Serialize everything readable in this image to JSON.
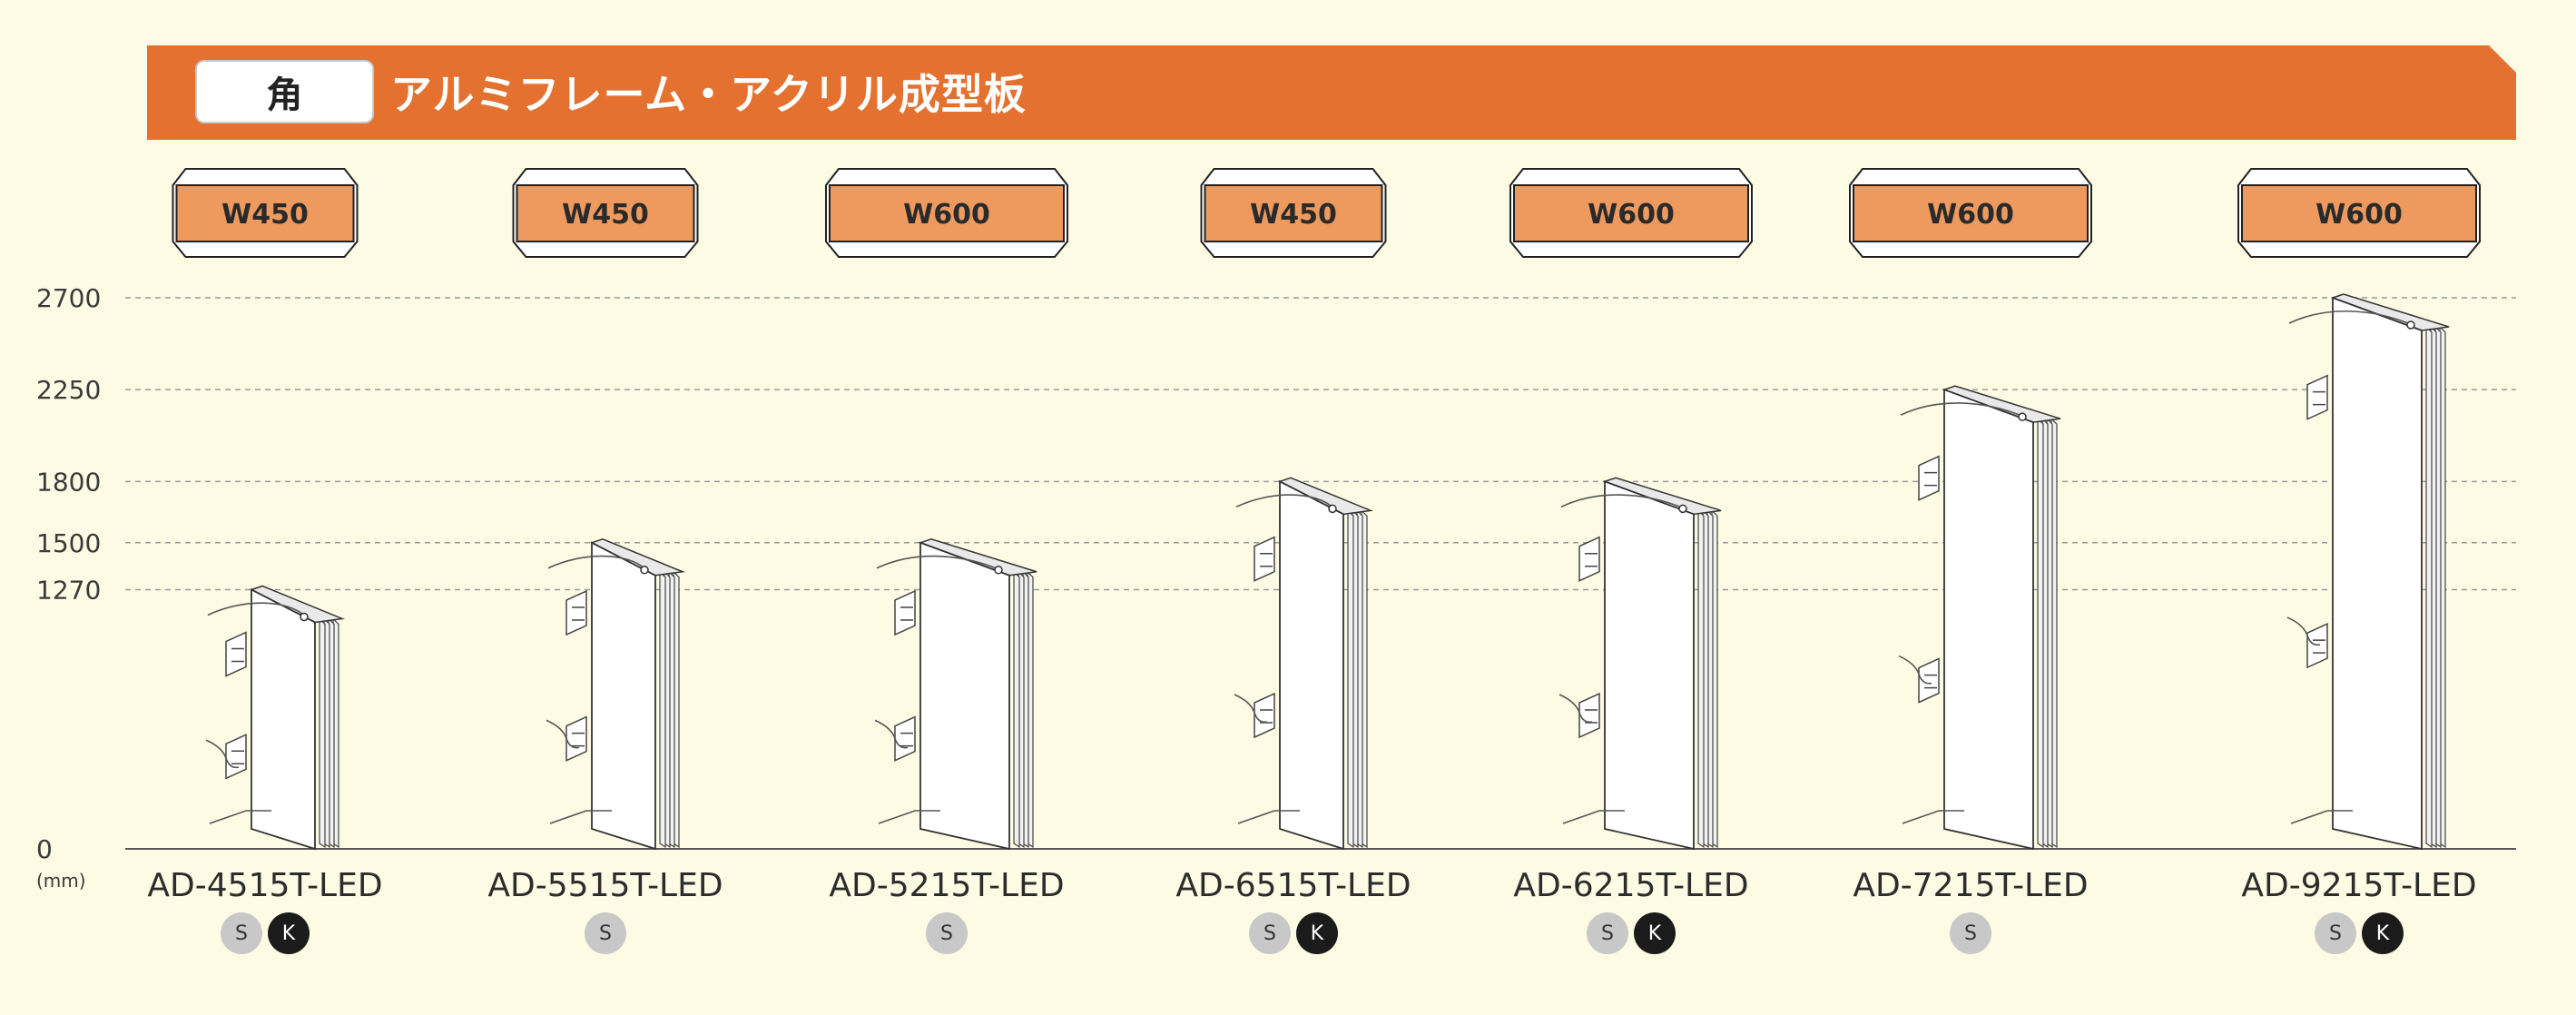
{
  "header": {
    "badge": "角",
    "title": "アルミフレーム・アクリル成型板"
  },
  "colors": {
    "accent": "#e4712f",
    "width_box": "#ee9a5e",
    "background": "#fdfbe3",
    "grid": "#9a9a9a"
  },
  "chart_data": {
    "type": "bar",
    "categories": [
      "AD-4515T-LED",
      "AD-5515T-LED",
      "AD-5215T-LED",
      "AD-6515T-LED",
      "AD-6215T-LED",
      "AD-7215T-LED",
      "AD-9215T-LED"
    ],
    "widths": [
      "W450",
      "W450",
      "W600",
      "W450",
      "W600",
      "W600",
      "W600"
    ],
    "values": [
      1270,
      1500,
      1500,
      1800,
      1800,
      2250,
      2700
    ],
    "options": [
      [
        "S",
        "K"
      ],
      [
        "S"
      ],
      [
        "S"
      ],
      [
        "S",
        "K"
      ],
      [
        "S",
        "K"
      ],
      [
        "S"
      ],
      [
        "S",
        "K"
      ]
    ],
    "yticks": [
      0,
      1270,
      1500,
      1800,
      2250,
      2700
    ],
    "ylabel": "(mm)",
    "ylim": [
      0,
      2700
    ],
    "grid": true
  }
}
